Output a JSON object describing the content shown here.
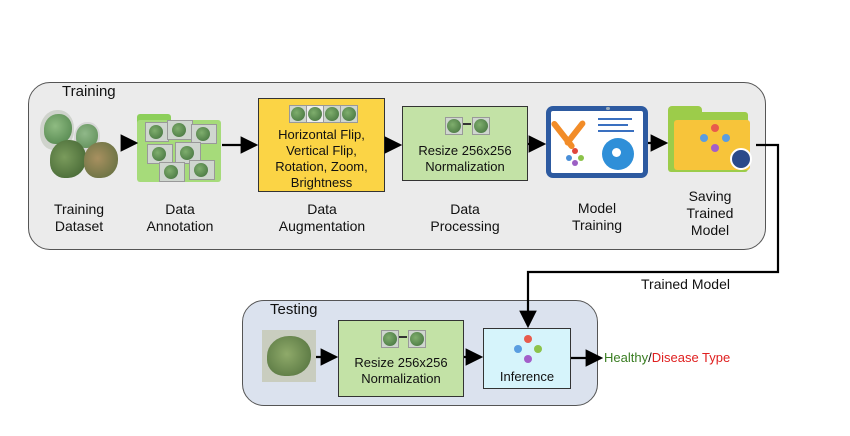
{
  "training": {
    "title": "Training",
    "dataset": {
      "line1": "Training",
      "line2": "Dataset"
    },
    "annotation": {
      "line1": "Data",
      "line2": "Annotation"
    },
    "augmentation": {
      "box_lines": [
        "Horizontal Flip,",
        "Vertical Flip,",
        "Rotation, Zoom,",
        "Brightness"
      ],
      "line1": "Data",
      "line2": "Augmentation"
    },
    "processing": {
      "box_lines": [
        "Resize 256x256",
        "Normalization"
      ],
      "line1": "Data",
      "line2": "Processing"
    },
    "model_training": {
      "line1": "Model",
      "line2": "Training"
    },
    "saving": {
      "line1": "Saving",
      "line2": "Trained",
      "line3": "Model"
    }
  },
  "connector_label": "Trained Model",
  "testing": {
    "title": "Testing",
    "processing": {
      "box_lines": [
        "Resize 256x256",
        "Normalization"
      ]
    },
    "inference": "Inference"
  },
  "output": {
    "healthy": "Healthy",
    "slash": "/",
    "disease": "Disease Type"
  },
  "colors": {
    "augmentation_fill": "#fbd445",
    "processing_fill": "#c3e2a6",
    "inference_fill": "#d6f4fb",
    "healthy": "#3a7d22",
    "disease": "#e02020",
    "training_panel": "#ebebeb",
    "testing_panel": "#dbe2ee"
  }
}
